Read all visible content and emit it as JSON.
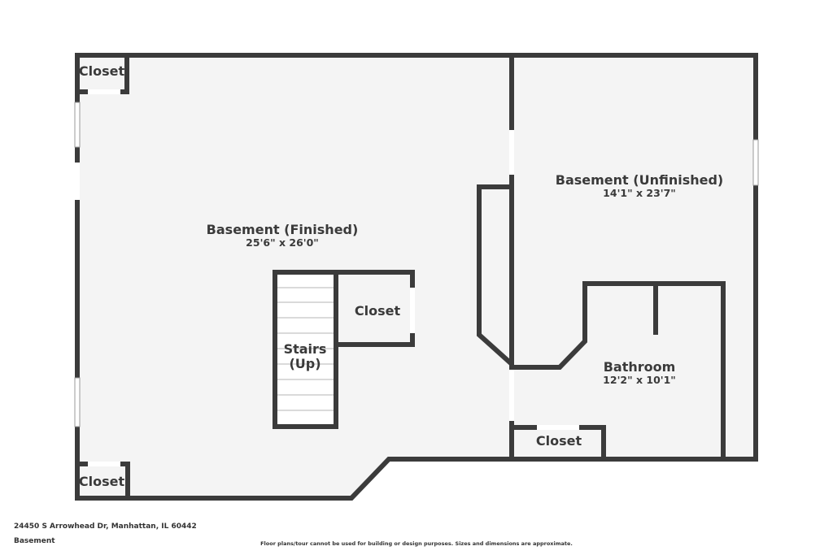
{
  "rooms": {
    "finished": {
      "name": "Basement (Finished)",
      "dims": "25'6\" x 26'0\""
    },
    "unfinished": {
      "name": "Basement (Unfinished)",
      "dims": "14'1\" x 23'7\""
    },
    "bathroom": {
      "name": "Bathroom",
      "dims": "12'2\" x 10'1\""
    },
    "stairs": {
      "line1": "Stairs",
      "line2": "(Up)"
    },
    "closet_tl": {
      "name": "Closet"
    },
    "closet_bl": {
      "name": "Closet"
    },
    "closet_center": {
      "name": "Closet"
    },
    "closet_bath": {
      "name": "Closet"
    }
  },
  "footer": {
    "address": "24450 S Arrowhead Dr, Manhattan, IL 60442",
    "level": "Basement",
    "disclaimer": "Floor plans/tour cannot be used for building or design purposes. Sizes and dimensions are approximate."
  }
}
